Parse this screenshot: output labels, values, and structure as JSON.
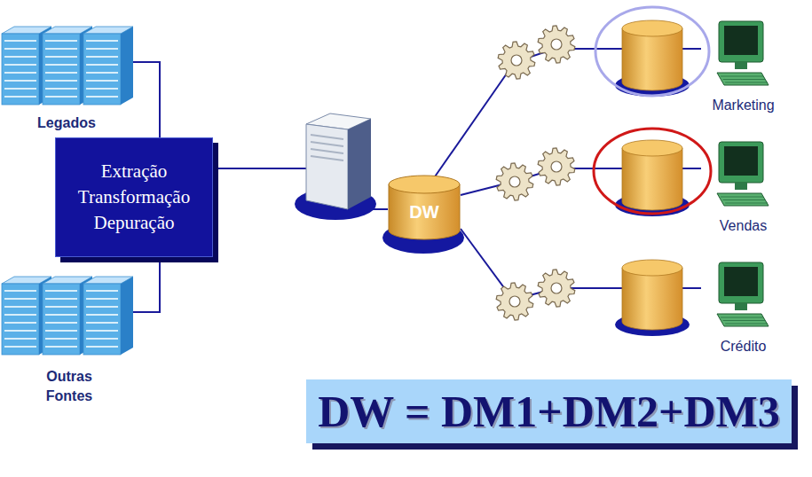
{
  "diagram": {
    "nodes": [
      {
        "text": [
          "Legados"
        ]
      },
      {
        "text": [
          "Extração Transformação Depuração"
        ]
      },
      {
        "text": [
          "Outras Fontes"
        ]
      },
      {
        "text": [
          "DW"
        ]
      },
      {
        "text": [
          "Marketing"
        ]
      },
      {
        "text": [
          "Vendas"
        ]
      },
      {
        "text": [
          "Crédito"
        ]
      },
      {
        "text": [
          "DW = DM1+DM2+DM3"
        ]
      }
    ],
    "edges": [
      {
        "from": 0,
        "to": 1,
        "arrow": "none"
      },
      {
        "from": 2,
        "to": 1,
        "arrow": "none"
      },
      {
        "from": 1,
        "to": 3,
        "arrow": "none"
      },
      {
        "from": 3,
        "to": 4,
        "arrow": "none"
      },
      {
        "from": 3,
        "to": 5,
        "arrow": "none"
      },
      {
        "from": 3,
        "to": 6,
        "arrow": "none"
      }
    ]
  }
}
